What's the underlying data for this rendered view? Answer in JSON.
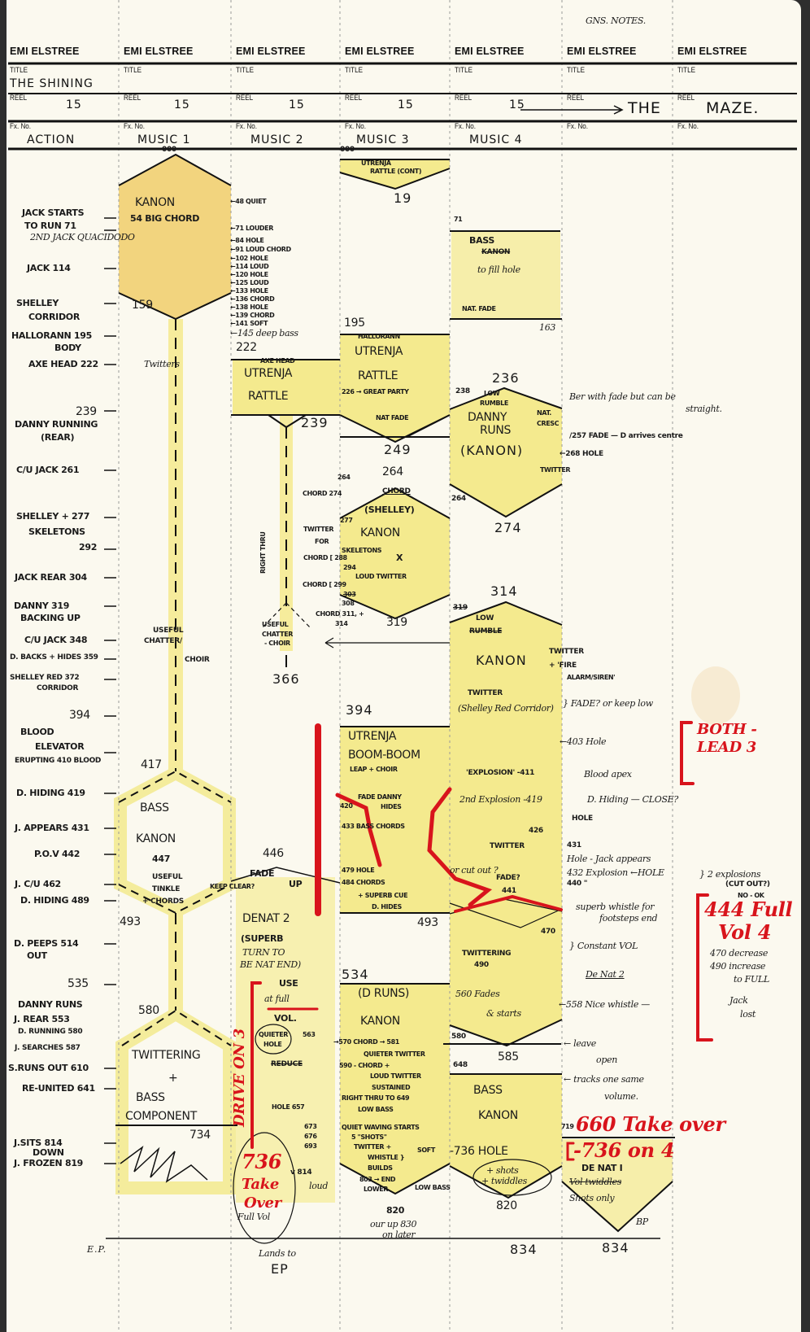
{
  "header": {
    "form_label": "EMI ELSTREE",
    "title_label": "TITLE",
    "reel_label": "REEL",
    "fx_label": "Fx. No.",
    "notes_heading": "GNS. NOTES.",
    "title_value": "THE SHINING",
    "reels": [
      "15",
      "15",
      "15",
      "15",
      "15"
    ],
    "reel_note_1": "THE",
    "reel_note_2": "MAZE.",
    "fx_values": [
      "ACTION",
      "MUSIC 1",
      "MUSIC 2",
      "MUSIC 3",
      "MUSIC 4"
    ]
  },
  "colors": {
    "paper": "#fbf9ef",
    "highlighter": "#f4ea8e",
    "highlighter_orange": "#f2d47e",
    "red_pen": "#d8141c",
    "ink": "#1a1a1a"
  },
  "action": [
    "JACK STARTS",
    "TO RUN   71",
    "2ND JACK QUACIDODO",
    "JACK     114",
    "SHELLEY",
    "CORRIDOR",
    "HALLORANN 195",
    "BODY",
    "AXE HEAD 222",
    "239",
    "DANNY RUNNING",
    "(REAR)",
    "C/U JACK  261",
    "SHELLEY + 277",
    "SKELETONS",
    "292",
    "JACK REAR 304",
    "DANNY    319",
    "BACKING UP",
    "C/U JACK 348",
    "D. BACKS + HIDES 359",
    "SHELLEY RED 372",
    "CORRIDOR",
    "394",
    "BLOOD",
    "ELEVATOR",
    "ERUPTING 410 BLOOD",
    "D. HIDING 419",
    "J. APPEARS 431",
    "P.O.V    442",
    "J. C/U     462",
    "D. HIDING 489",
    "D. PEEPS  514",
    "OUT",
    "535",
    "DANNY RUNS",
    "J. REAR 553",
    "D. RUNNING 580",
    "J. SEARCHES 587",
    "S.RUNS OUT 610",
    "RE-UNITED 641",
    "J.SITS    814",
    "DOWN",
    "J. FROZEN 819",
    "E.P."
  ],
  "music1": [
    "000",
    "KANON",
    "54  BIG CHORD",
    "159",
    "Twitters",
    "USEFUL",
    "CHATTER/",
    "CHOIR",
    "417",
    "BASS",
    "KANON",
    "447",
    "USEFUL",
    "TINKLE",
    "+ CHORDS",
    "493",
    "580",
    "TWITTERING",
    "+",
    "BASS",
    "COMPONENT",
    "734"
  ],
  "music2": [
    "←48 QUIET",
    "←71 LOUDER",
    "←84 HOLE",
    "←91 LOUD CHORD",
    "←102 HOLE",
    "←114 LOUD",
    "←120 HOLE",
    "←125 LOUD",
    "←133 HOLE",
    "←136 CHORD",
    "←138 HOLE",
    "←139 CHORD",
    "←141 SOFT",
    "←145 deep bass",
    "222",
    "AXE HEAD",
    "UTRENJA",
    "RATTLE",
    "239",
    "RIGHT THRU",
    "USEFUL",
    "CHATTER",
    "- CHOIR",
    "366",
    "446",
    "FADE",
    "UP",
    "KEEP CLEAR?",
    "DENAT 2",
    "(SUPERB",
    "TURN TO",
    "BE NAT END)",
    "USE",
    "at full",
    "VOL.",
    "QUIETER",
    "HOLE",
    "563",
    "REDUCE",
    "HOLE  657",
    "673",
    "676",
    "693",
    "v 814",
    "loud",
    "Full Vol",
    "Lands to",
    "EP"
  ],
  "music3": [
    "000",
    "UTRENJA",
    "RATTLE (CONT)",
    "19",
    "195",
    "HALLORANN",
    "UTRENJA",
    "RATTLE",
    "226 → GREAT PARTY",
    "NAT FADE",
    "249",
    "264",
    "CHORD",
    "(SHELLEY)",
    "KANON",
    "SKELETONS",
    "X",
    "LOUD TWITTER",
    "319",
    "264",
    "CHORD  274",
    "277",
    "TWITTER",
    "FOR",
    "CHORD [ 288",
    "294",
    "CHORD [ 299",
    "303",
    "308",
    "CHORD 311, +",
    "314",
    "394",
    "UTRENJA",
    "BOOM-BOOM",
    "LEAP + CHOIR",
    "FADE DANNY",
    "HIDES",
    "420",
    "433 BASS CHORDS",
    "479 HOLE",
    "484 CHORDS",
    "+ SUPERB CUE",
    "D. HIDES",
    "493",
    "534",
    "(D RUNS)",
    "KANON",
    "→570 CHORD → 581",
    "QUIETER TWITTER",
    "590 - CHORD +",
    "LOUD TWITTER",
    "SUSTAINED",
    "RIGHT THRU TO 649",
    "LOW BASS",
    "QUIET WAVING STARTS",
    "5 \"SHOTS\"",
    "TWITTER +",
    "WHISTLE }",
    "BUILDS",
    "803 → END",
    "LOWER",
    "LOW BASS",
    "820",
    "our up 830",
    "on later",
    "SOFT"
  ],
  "music4": [
    "71",
    "BASS",
    "KANON",
    "to fill hole",
    "NAT. FADE",
    "163",
    "236",
    "238",
    "LOW",
    "RUMBLE",
    "DANNY",
    "RUNS",
    "NAT.",
    "CRESC",
    "(KANON)",
    "264",
    "274",
    "TWITTER",
    "314",
    "319",
    "LOW",
    "RUMBLE",
    "KANON",
    "TWITTER",
    "(Shelley Red Corridor)",
    "'EXPLOSION' -411",
    "2nd Explosion -419",
    "426",
    "TWITTER",
    "or cut out ?",
    "FADE?",
    "441",
    "470",
    "TWITTERING",
    "490",
    "560 Fades",
    "& starts",
    "580",
    "585",
    "648",
    "BASS",
    "KANON",
    "-736 HOLE",
    "+ shots",
    "+ twiddles",
    "820",
    "834"
  ],
  "notes": [
    "TWITTER",
    "+ 'FIRE",
    "ALARM/SIREN'",
    "Ber with fade but can be",
    "straight.",
    "/257 FADE — D arrives centre",
    "←268 HOLE",
    "} FADE? or keep low",
    "←403 Hole",
    "Blood apex",
    "D. Hiding   — CLOSE?",
    "HOLE",
    "431",
    "Hole - Jack appears",
    "432 Explosion   ←HOLE",
    "440   \"",
    "} 2 explosions",
    "(CUT OUT?)",
    "NO - OK",
    "superb whistle for",
    "footsteps end",
    "} Constant VOL",
    "De Nat 2",
    "470 decrease",
    "490 increase",
    "to FULL",
    "←558 Nice whistle —",
    "Jack",
    "lost",
    "← leave",
    "open",
    "← tracks one same",
    "volume.",
    "719",
    "DE NAT I",
    "Vol twiddles",
    "Shots only",
    "BP",
    "834",
    "GNS. NOTES."
  ],
  "red": [
    "DRIVE ON 3",
    "736",
    "Take",
    "Over",
    "BOTH -",
    "LEAD 3",
    "444 Full",
    "Vol 4",
    "660 Take over",
    "-736   on 4"
  ]
}
